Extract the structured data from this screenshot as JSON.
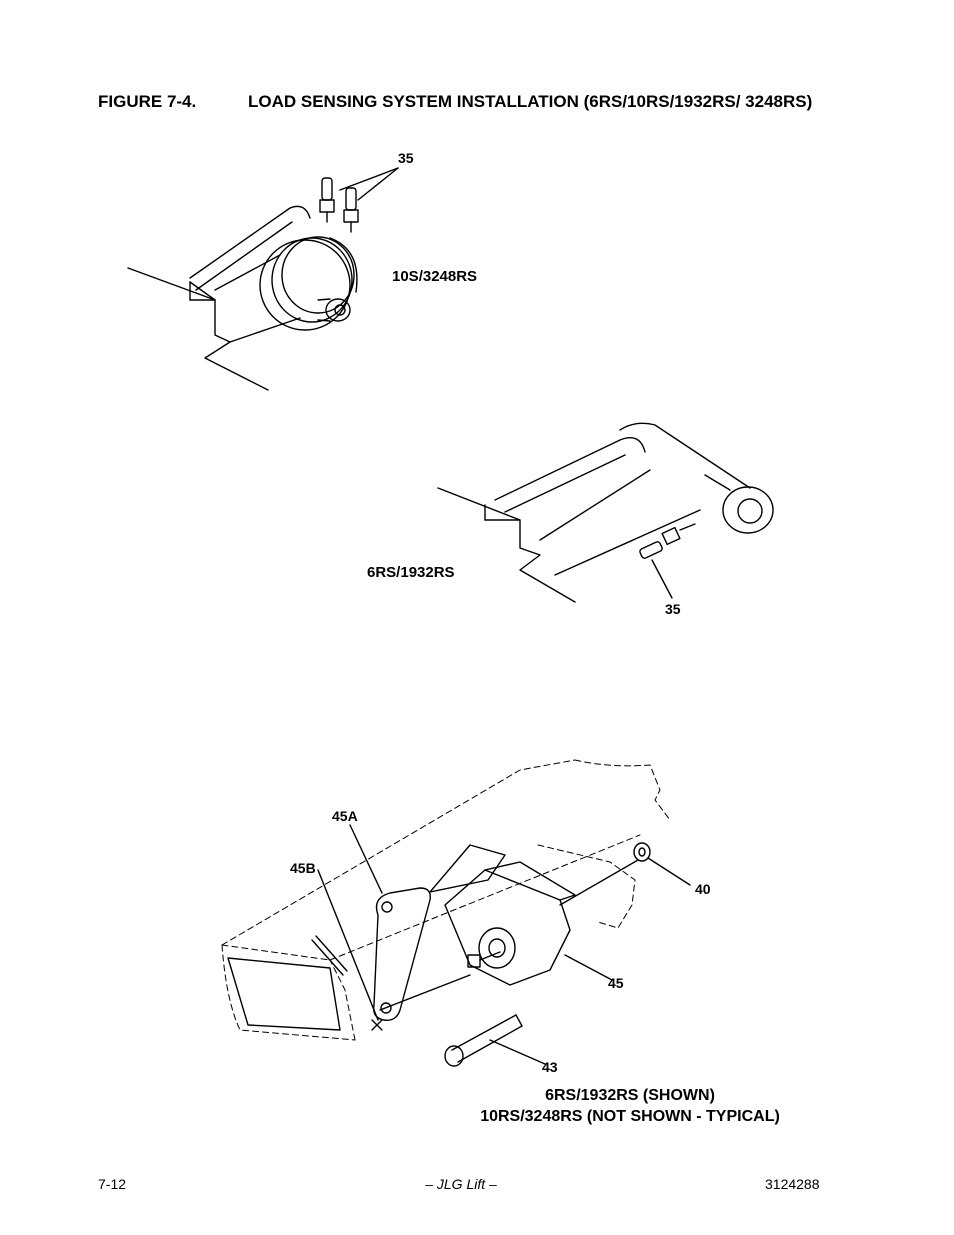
{
  "figure": {
    "number": "FIGURE 7-4.",
    "title": "LOAD SENSING SYSTEM INSTALLATION (6RS/10RS/1932RS/ 3248RS)"
  },
  "views": {
    "top": {
      "label": "10S/3248RS",
      "callout": "35"
    },
    "middle": {
      "label": "6RS/1932RS",
      "callout": "35"
    },
    "bottom": {
      "callouts": {
        "c45A": "45A",
        "c45B": "45B",
        "c40": "40",
        "c45": "45",
        "c43": "43"
      },
      "caption_line1": "6RS/1932RS (SHOWN)",
      "caption_line2": "10RS/3248RS (NOT SHOWN - TYPICAL)"
    }
  },
  "footer": {
    "page": "7-12",
    "center": "– JLG Lift –",
    "doc_number": "3124288"
  }
}
